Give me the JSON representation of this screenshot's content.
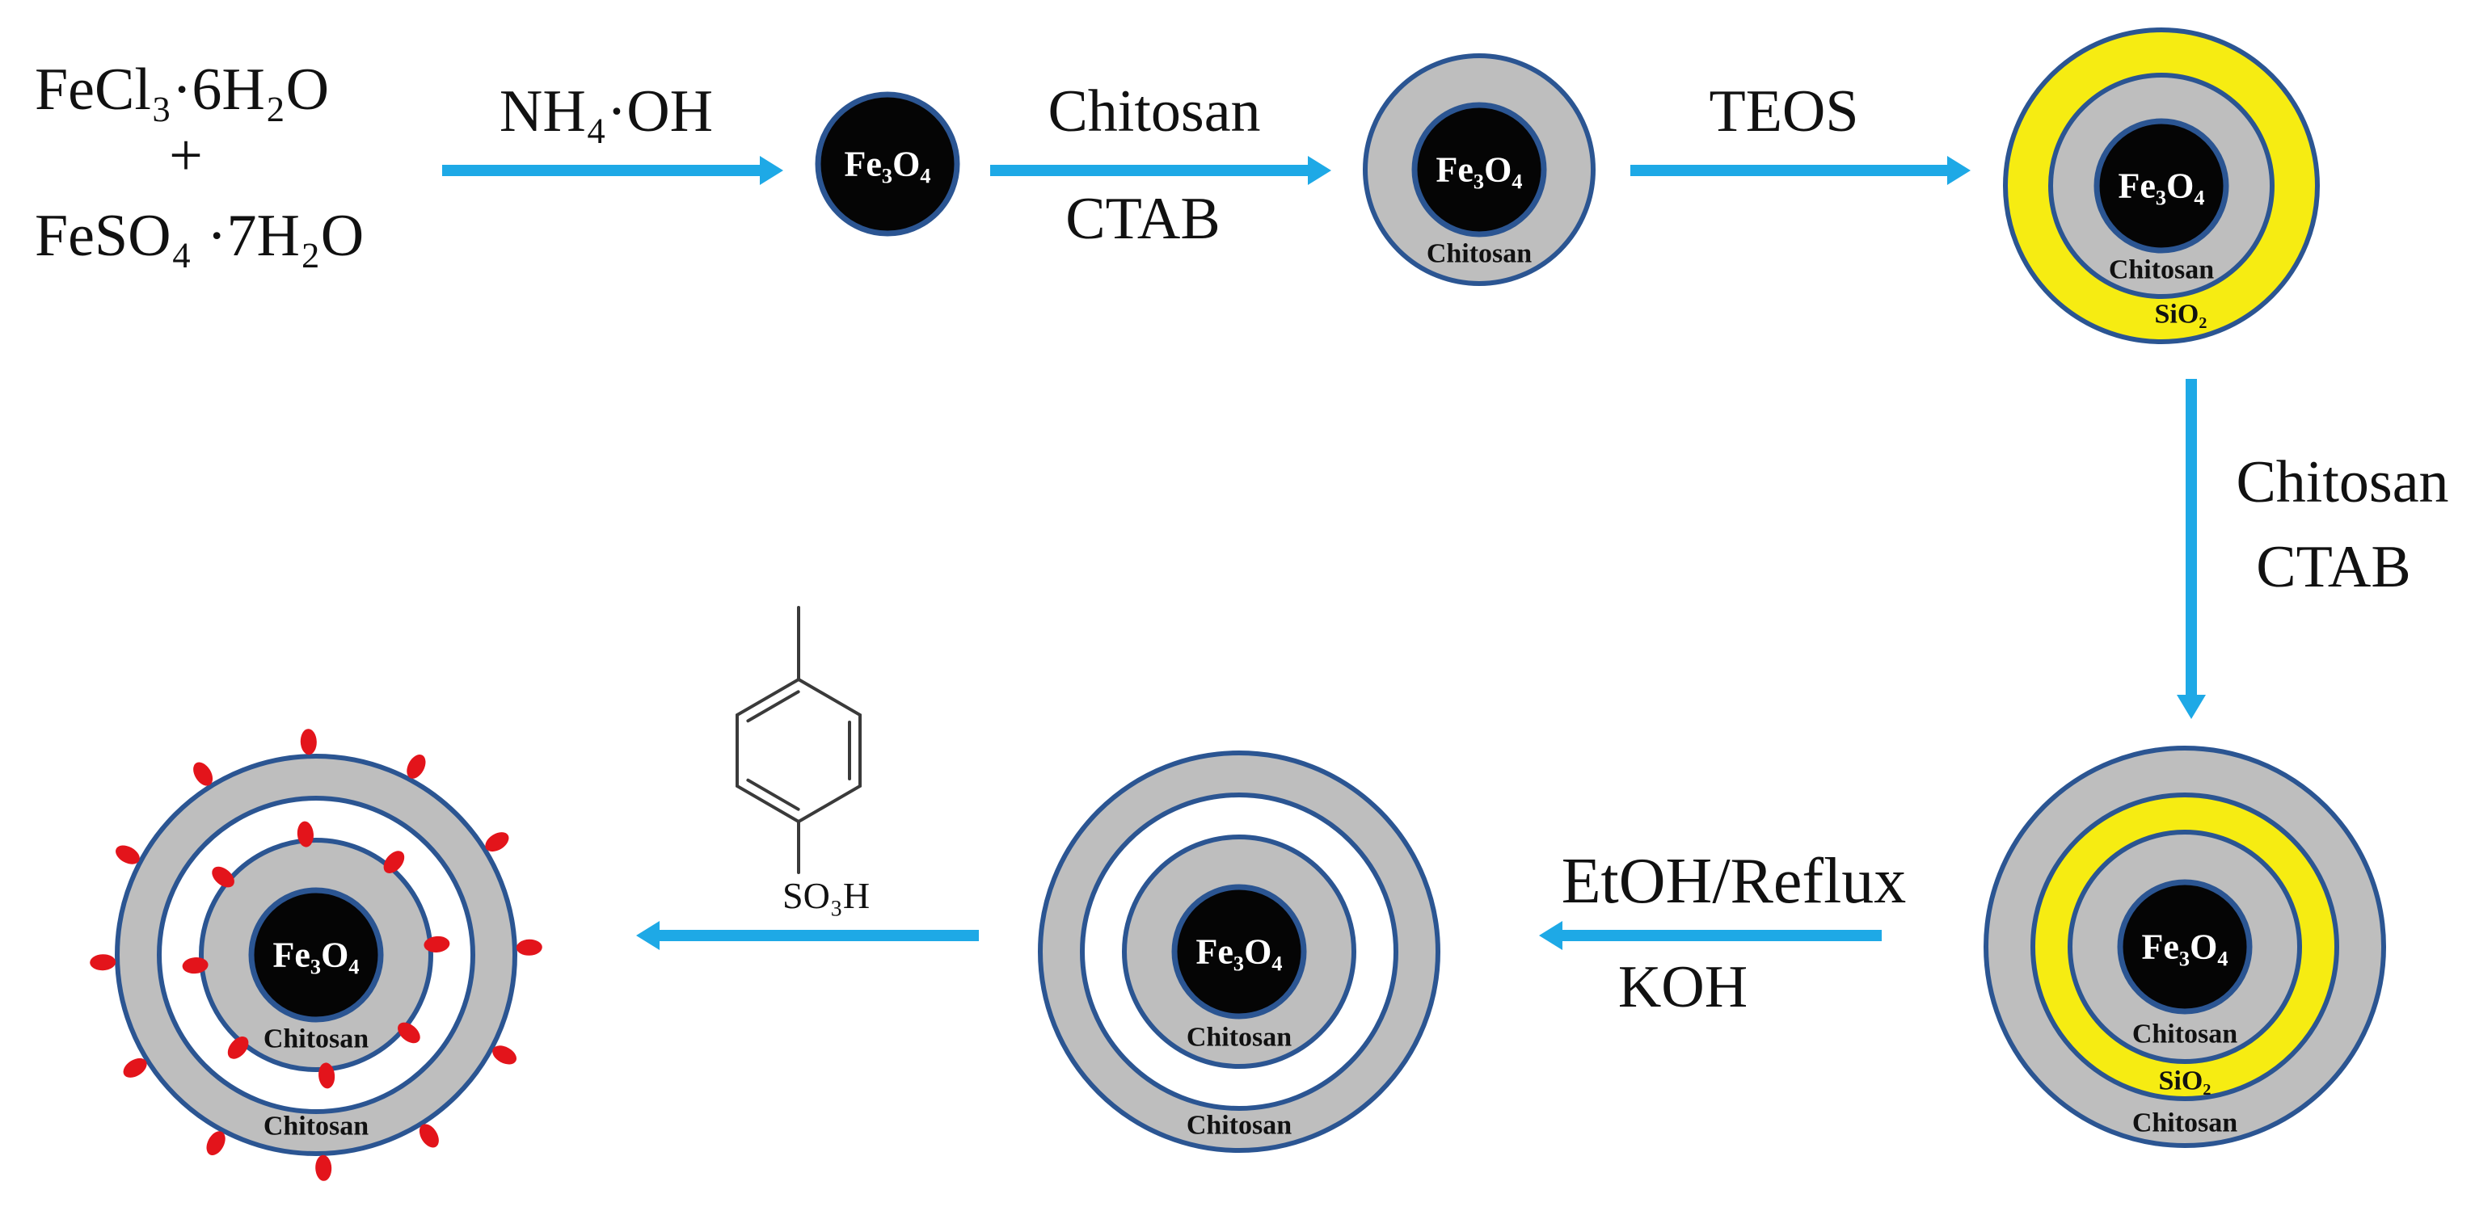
{
  "reactants": {
    "first": "FeCl₃·6H₂O",
    "plus": "+",
    "second": "FeSO₄ ·7H₂O"
  },
  "steps": [
    {
      "above": "NH₄·OH"
    },
    {
      "above": "Chitosan",
      "below": "CTAB"
    },
    {
      "above": "TEOS"
    },
    {
      "above": "Chitosan",
      "below": "CTAB"
    },
    {
      "above": "EtOH/Reflux",
      "below": "KOH"
    },
    {
      "reagent_group": "SO₃H"
    }
  ],
  "particles": [
    {
      "core": "Fe₃O₄",
      "layers": []
    },
    {
      "core": "Fe₃O₄",
      "layers": [
        "Chitosan"
      ]
    },
    {
      "core": "Fe₃O₄",
      "layers": [
        "Chitosan",
        "SiO₂"
      ]
    },
    {
      "core": "Fe₃O₄",
      "layers": [
        "Chitosan",
        "SiO₂",
        "Chitosan"
      ]
    },
    {
      "core": "Fe₃O₄",
      "layers": [
        "Chitosan",
        "Chitosan"
      ]
    },
    {
      "core": "Fe₃O₄",
      "layers": [
        "Chitosan",
        "Chitosan"
      ]
    }
  ],
  "colors": {
    "arrow": "#1ea9e6",
    "border": "#2b5592",
    "ring": "#bebebe",
    "core": "#050505",
    "silica": "#f6ec12",
    "dot": "#e3141b",
    "text": "#111111",
    "bond": "#3a3a3a"
  }
}
